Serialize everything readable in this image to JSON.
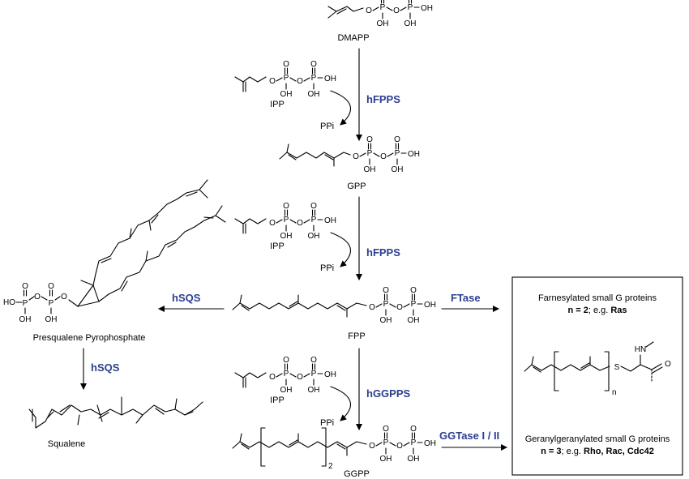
{
  "colors": {
    "enzyme": "#2b3f8f",
    "ink": "#000000"
  },
  "compounds": {
    "dmapp": "DMAPP",
    "ipp": "IPP",
    "gpp": "GPP",
    "fpp": "FPP",
    "ggpp": "GGPP",
    "presqualene": "Presqualene Pyrophosphate",
    "squalene": "Squalene",
    "ppi": "PPi"
  },
  "atoms": {
    "o": "O",
    "p": "P",
    "oh": "OH",
    "ho": "HO",
    "s": "S",
    "hn": "HN",
    "n": "n",
    "sub2": "2"
  },
  "enzymes": {
    "hfpps": "hFPPS",
    "hsqs": "hSQS",
    "hggpps": "hGGPPS",
    "ftase": "FTase",
    "ggtase": "GGTase I / II"
  },
  "box": {
    "farn_title": "Farnesylated small G proteins",
    "farn_n_bold": "n = 2",
    "farn_rest": "; e.g. ",
    "farn_example": "Ras",
    "ger_title": "Geranylgeranylated small G proteins",
    "ger_n_bold": "n = 3",
    "ger_rest": "; e.g. ",
    "ger_examples": "Rho, Rac, Cdc42"
  }
}
